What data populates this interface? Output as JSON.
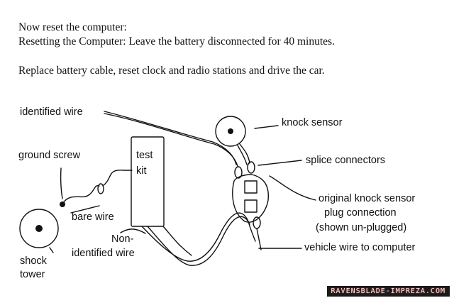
{
  "instructions": {
    "line1": "Now reset the computer:",
    "line2": "Resetting the Computer:  Leave the battery disconnected for 40 minutes.",
    "line3": "Replace battery cable, reset clock and radio stations and drive the car."
  },
  "diagram": {
    "identified_wire": "identified wire",
    "knock_sensor": "knock sensor",
    "ground_screw": "ground screw",
    "test_kit_line1": "test",
    "test_kit_line2": "kit",
    "splice_connectors": "splice connectors",
    "bare_wire": "bare wire",
    "original_plug_line1": "original knock sensor",
    "original_plug_line2": "plug connection",
    "original_plug_line3": "(shown un-plugged)",
    "shock_tower_line1": "shock",
    "shock_tower_line2": "tower",
    "non_identified_line1": "Non-",
    "non_identified_line2": "identified wire",
    "vehicle_wire": "vehicle wire to computer"
  },
  "watermark": "RAVENSBLADE-IMPREZA.COM"
}
